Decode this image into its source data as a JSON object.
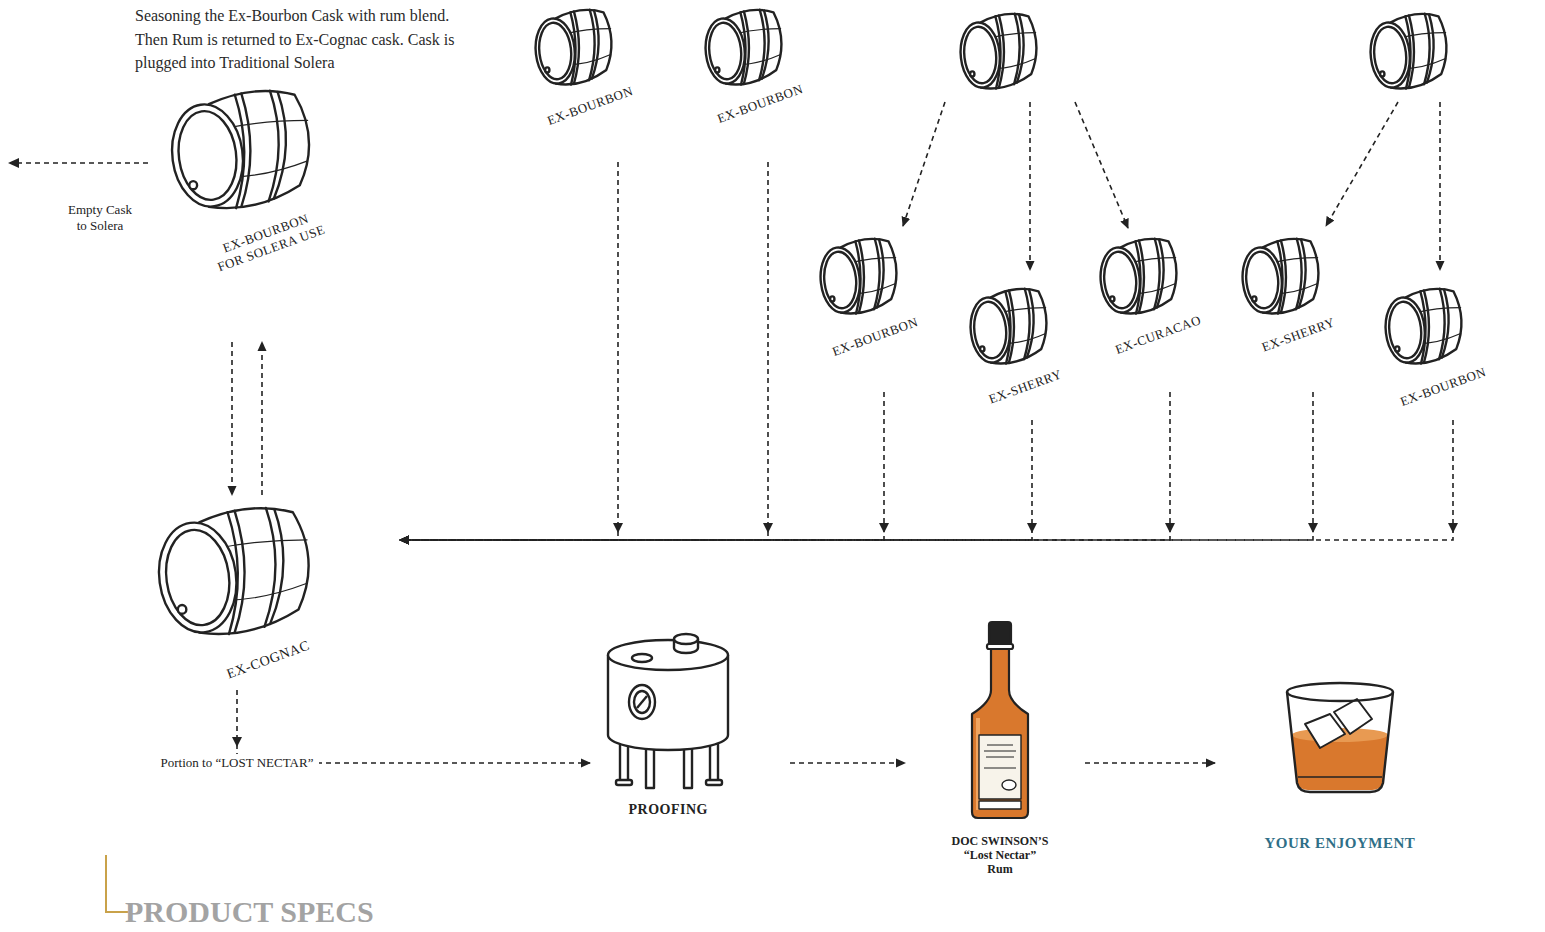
{
  "diagram": {
    "nodes": [
      {
        "text": [
          "EX-BOURBON FOR SOLERA USE"
        ]
      },
      {
        "text": [
          "EX-BOURBON"
        ]
      },
      {
        "text": [
          "EX-BOURBON"
        ]
      },
      {
        "text": [
          "EX-BOURBON"
        ]
      },
      {
        "text": [
          "EX-SHERRY"
        ]
      },
      {
        "text": [
          "EX-CURACAO"
        ]
      },
      {
        "text": [
          "EX-SHERRY"
        ]
      },
      {
        "text": [
          "EX-BOURBON"
        ]
      },
      {
        "text": [
          "EX-COGNAC"
        ]
      },
      {
        "text": [
          "PROOFING"
        ]
      },
      {
        "text": [
          "DOC SWINSON’S “Lost Nectar” Rum"
        ]
      },
      {
        "text": [
          "YOUR ENJOYMENT"
        ]
      }
    ],
    "edges": [
      {
        "from": 0,
        "to": 8,
        "arrow": "to"
      },
      {
        "from": 8,
        "to": 0,
        "arrow": "to"
      },
      {
        "from": 1,
        "to": 8,
        "arrow": "to"
      },
      {
        "from": 2,
        "to": 8,
        "arrow": "to"
      },
      {
        "from": 3,
        "to": 8,
        "arrow": "to"
      },
      {
        "from": 4,
        "to": 8,
        "arrow": "to"
      },
      {
        "from": 5,
        "to": 8,
        "arrow": "to"
      },
      {
        "from": 6,
        "to": 8,
        "arrow": "to"
      },
      {
        "from": 7,
        "to": 8,
        "arrow": "to"
      },
      {
        "from": 8,
        "to": 9,
        "arrow": "to",
        "label": "Portion to “LOST NECTAR”"
      },
      {
        "from": 9,
        "to": 10,
        "arrow": "to"
      },
      {
        "from": 10,
        "to": 11,
        "arrow": "to"
      }
    ],
    "labels": [
      "Seasoning the Ex-Bourbon Cask with rum blend. Then Rum is returned to Ex-Cognac cask. Cask is plugged into Traditional Solera",
      "Empty Cask to Solera",
      "PRODUCT SPECS"
    ]
  }
}
